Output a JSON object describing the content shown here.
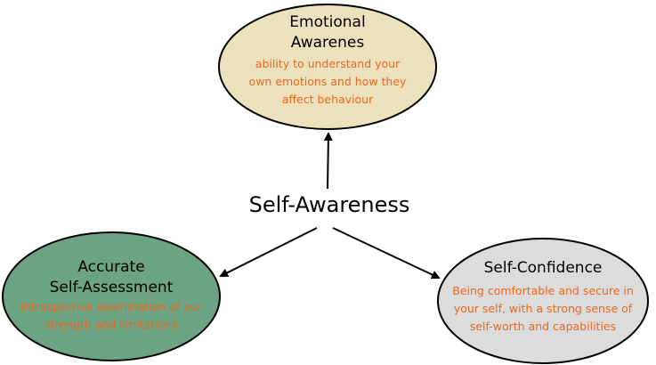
{
  "center": {
    "label": "Self-Awareness"
  },
  "nodes": {
    "top": {
      "title_lines": [
        "Emotional",
        "Awarenes"
      ],
      "desc_lines": [
        "ability to understand your",
        "own emotions and how they",
        "affect behaviour"
      ],
      "fill": "#ece1bd"
    },
    "left": {
      "title_lines": [
        "Accurate",
        "Self-Assessment"
      ],
      "desc_lines": [
        "Introspective examination of our",
        "strength and limitations"
      ],
      "fill": "#6ca383"
    },
    "right": {
      "title_lines": [
        "Self-Confidence"
      ],
      "desc_lines": [
        "Being comfortable and secure in",
        "your self, with a strong sense of",
        "self-worth and capabilities"
      ],
      "fill": "#dcdcdc"
    }
  },
  "colors": {
    "desc_text": "#e8681f",
    "outline": "#000000"
  }
}
